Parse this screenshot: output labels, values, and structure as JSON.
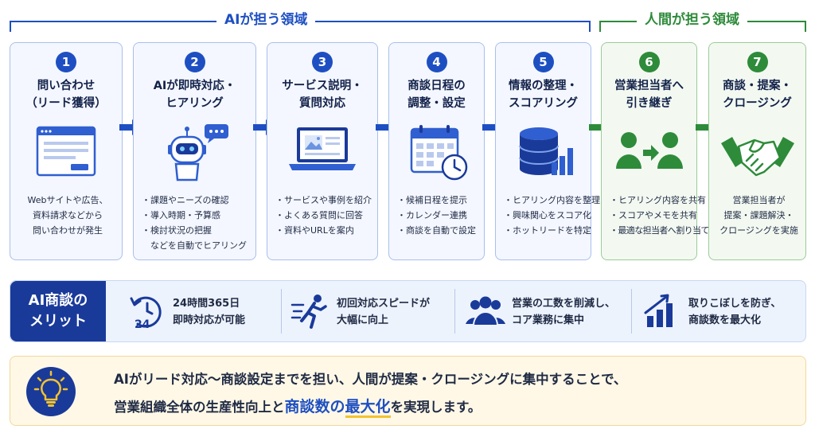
{
  "header": {
    "ai_area": "AIが担う領域",
    "human_area": "人間が担う領域"
  },
  "steps": [
    {
      "num": "1",
      "title": [
        "問い合わせ",
        "（リード獲得）"
      ],
      "text": [
        "Webサイトや広告、",
        "資料請求などから",
        "問い合わせが発生"
      ],
      "icon": "browser-window-icon"
    },
    {
      "num": "2",
      "title": [
        "AIが即時対応・",
        "ヒアリング"
      ],
      "items": [
        "課題やニーズの確認",
        "導入時期・予算感",
        "検討状況の把握",
        "などを自動でヒアリング"
      ],
      "icon": "ai-robot-chat-icon"
    },
    {
      "num": "3",
      "title": [
        "サービス説明・",
        "質問対応"
      ],
      "items": [
        "サービスや事例を紹介",
        "よくある質問に回答",
        "資料やURLを案内"
      ],
      "icon": "laptop-presentation-icon"
    },
    {
      "num": "4",
      "title": [
        "商談日程の",
        "調整・設定"
      ],
      "items": [
        "候補日程を提示",
        "カレンダー連携",
        "商談を自動で設定"
      ],
      "icon": "calendar-clock-icon"
    },
    {
      "num": "5",
      "title": [
        "情報の整理・",
        "スコアリング"
      ],
      "items": [
        "ヒアリング内容を整理",
        "興味関心をスコア化",
        "ホットリードを特定"
      ],
      "icon": "database-chart-icon"
    },
    {
      "num": "6",
      "title": [
        "営業担当者へ",
        "引き継ぎ"
      ],
      "items": [
        "ヒアリング内容を共有",
        "スコアやメモを共有",
        "最適な担当者へ割り当て"
      ],
      "icon": "person-handoff-icon"
    },
    {
      "num": "7",
      "title": [
        "商談・提案・",
        "クロージング"
      ],
      "text": [
        "営業担当者が",
        "提案・課題解決・",
        "クロージングを実施"
      ],
      "icon": "handshake-icon"
    }
  ],
  "merit": {
    "label": [
      "AI商談の",
      "メリット"
    ],
    "items": [
      {
        "icon": "clock-24-icon",
        "lines": [
          "24時間365日",
          "即時対応が可能"
        ]
      },
      {
        "icon": "running-person-icon",
        "lines": [
          "初回対応スピードが",
          "大幅に向上"
        ]
      },
      {
        "icon": "team-icon",
        "lines": [
          "営業の工数を削減し、",
          "コア業務に集中"
        ]
      },
      {
        "icon": "growth-chart-icon",
        "lines": [
          "取りこぼしを防ぎ、",
          "商談数を最大化"
        ]
      }
    ]
  },
  "summary": {
    "line1": "AIがリード対応〜商談設定までを担い、人間が提案・クロージングに集中することで、",
    "line2_pre": "営業組織全体の生産性向上と",
    "line2_hl1": "商談数の",
    "line2_hl2": "最大化",
    "line2_post": "を実現します。"
  },
  "colors": {
    "ai_blue": "#1e4fc2",
    "human_green": "#2e8b3a",
    "merit_navy": "#1a3a9a",
    "highlight_yellow": "#f2c230"
  }
}
